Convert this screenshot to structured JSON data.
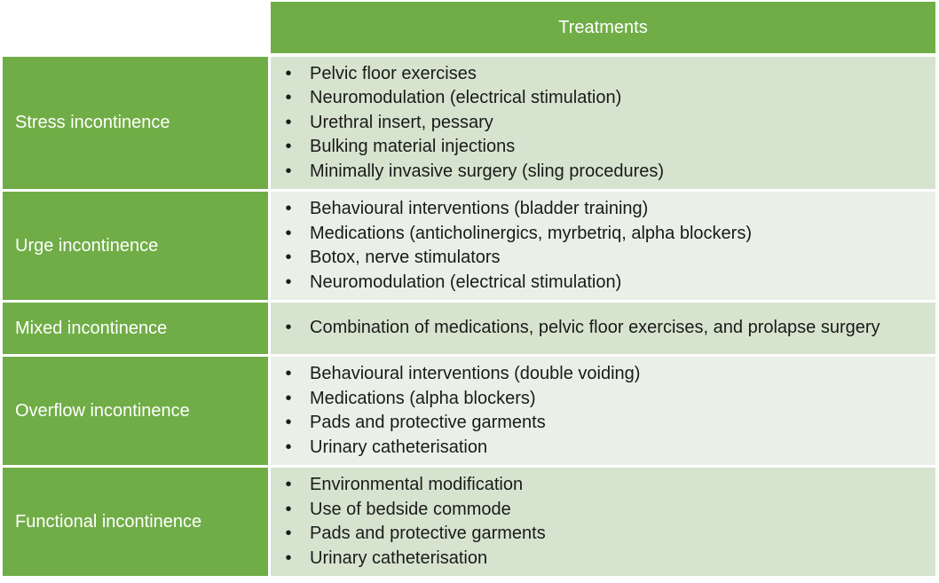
{
  "header": {
    "treatments": "Treatments"
  },
  "rows": [
    {
      "label": "Stress incontinence",
      "items": [
        "Pelvic floor exercises",
        "Neuromodulation (electrical stimulation)",
        "Urethral insert, pessary",
        "Bulking material injections",
        "Minimally invasive surgery (sling procedures)"
      ]
    },
    {
      "label": "Urge incontinence",
      "items": [
        "Behavioural interventions (bladder training)",
        "Medications (anticholinergics, myrbetriq, alpha blockers)",
        "Botox, nerve stimulators",
        "Neuromodulation (electrical stimulation)"
      ]
    },
    {
      "label": "Mixed incontinence",
      "items": [
        "Combination of medications, pelvic floor exercises, and prolapse surgery"
      ]
    },
    {
      "label": "Overflow incontinence",
      "items": [
        "Behavioural interventions (double voiding)",
        "Medications (alpha blockers)",
        "Pads and protective garments",
        "Urinary catheterisation"
      ]
    },
    {
      "label": "Functional incontinence",
      "items": [
        "Environmental modification",
        "Use of bedside commode",
        "Pads and protective garments",
        "Urinary catheterisation"
      ]
    }
  ],
  "bullet_glyph": "•",
  "colors": {
    "header_green": "#70ad47",
    "row_shade_dark": "#d6e4cf",
    "row_shade_light": "#eaf0e8"
  }
}
